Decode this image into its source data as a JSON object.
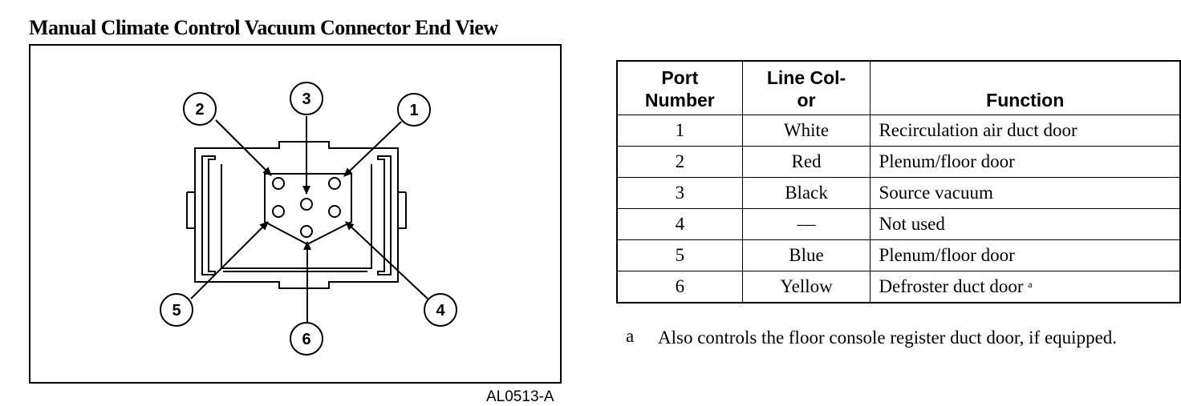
{
  "title": "Manual Climate Control Vacuum Connector End View",
  "figure": {
    "code": "AL0513-A",
    "callouts": [
      "1",
      "2",
      "3",
      "4",
      "5",
      "6"
    ]
  },
  "table": {
    "headers": {
      "port": "Port Number",
      "color": "Line Col- or",
      "function": "Function"
    },
    "rows": [
      {
        "port": "1",
        "color": "White",
        "function": "Recirculation air duct door",
        "note": ""
      },
      {
        "port": "2",
        "color": "Red",
        "function": "Plenum/floor door",
        "note": ""
      },
      {
        "port": "3",
        "color": "Black",
        "function": "Source vacuum",
        "note": ""
      },
      {
        "port": "4",
        "color": "—",
        "function": "Not used",
        "note": ""
      },
      {
        "port": "5",
        "color": "Blue",
        "function": "Plenum/floor door",
        "note": ""
      },
      {
        "port": "6",
        "color": "Yellow",
        "function": "Defroster duct door",
        "note": "a"
      }
    ]
  },
  "footnote": {
    "mark": "a",
    "text": "Also controls the floor console register duct door, if equipped."
  }
}
